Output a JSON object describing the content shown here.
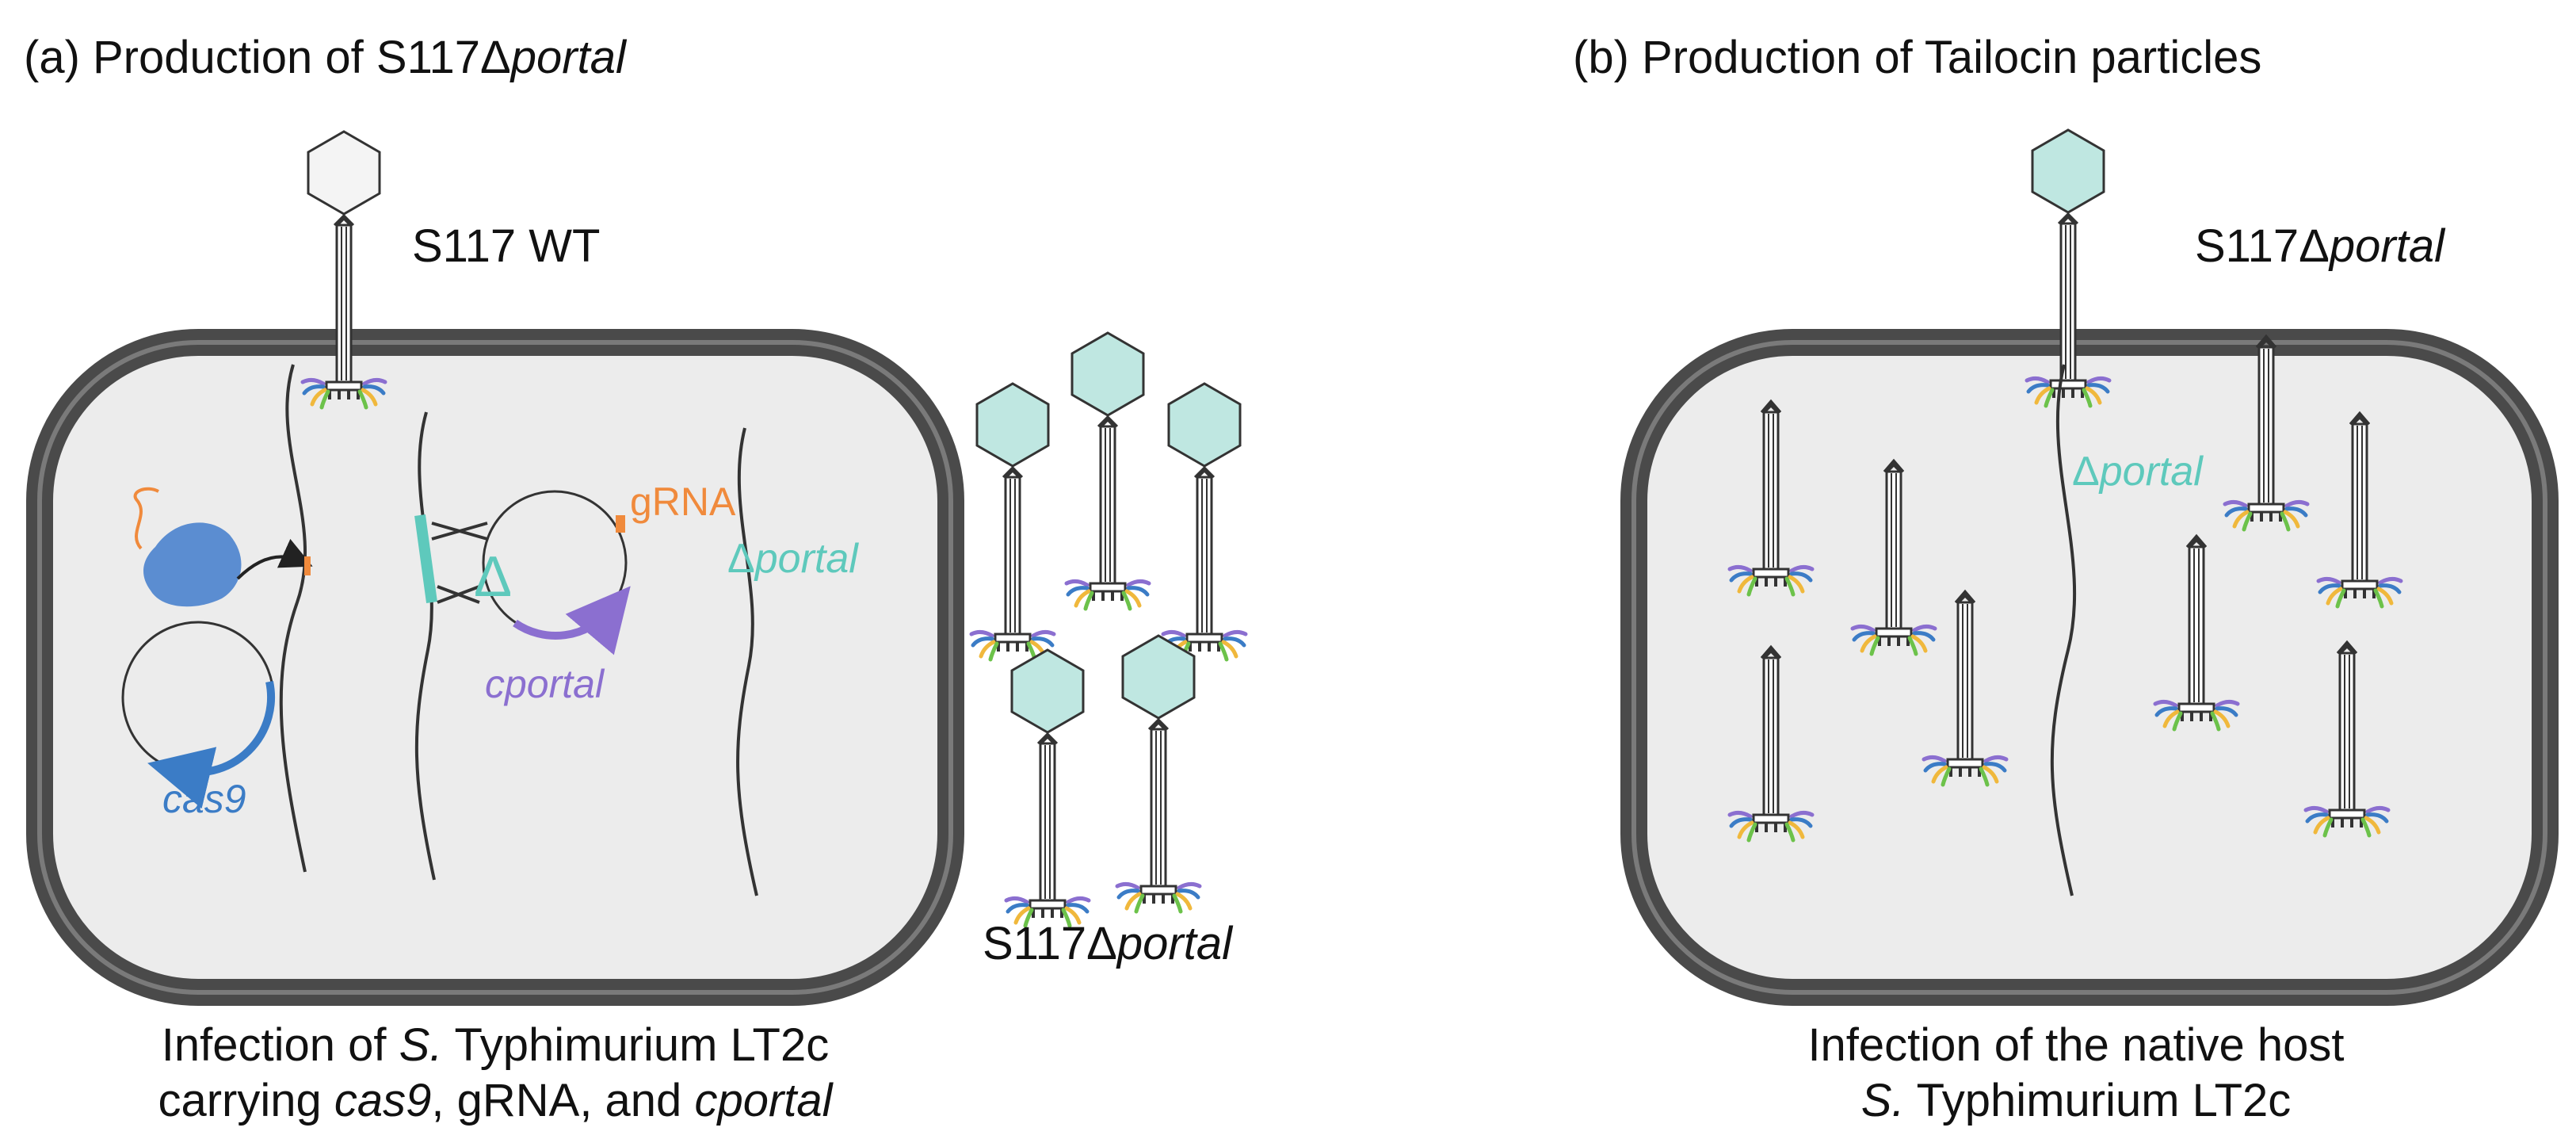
{
  "colors": {
    "teal": "#5ec9bc",
    "teal_light": "#bfe7e1",
    "orange": "#f08a3c",
    "purple": "#8b6fd0",
    "blue": "#3b7cc6",
    "cas9_protein": "#5b8dd1",
    "cell_fill": "#ececec",
    "cell_wall": "#4a4a4a"
  },
  "panel_a": {
    "title_prefix": "(a) Production of S117Δ",
    "title_italic": "portal",
    "wt_label": "S117 WT",
    "grna_label": "gRNA",
    "cportal_label": "cportal",
    "cas9_label": "cas9",
    "delta_portal": "Δ",
    "delta_portal_italic": "portal",
    "output_prefix": "S117Δ",
    "output_italic": "portal",
    "caption_line1_a": "Infection of ",
    "caption_line1_b": "S.",
    "caption_line1_c": " Typhimurium LT2c",
    "caption_line2_a": "carrying ",
    "caption_line2_b": "cas9",
    "caption_line2_c": ", gRNA, and ",
    "caption_line2_d": "cportal"
  },
  "panel_b": {
    "title": "(b) Production of Tailocin particles",
    "phage_prefix": "S117Δ",
    "phage_italic": "portal",
    "delta_portal": "Δ",
    "delta_portal_italic": "portal",
    "caption_line1": "Infection of the native host",
    "caption_line2_a": "S.",
    "caption_line2_b": " Typhimurium LT2c"
  }
}
